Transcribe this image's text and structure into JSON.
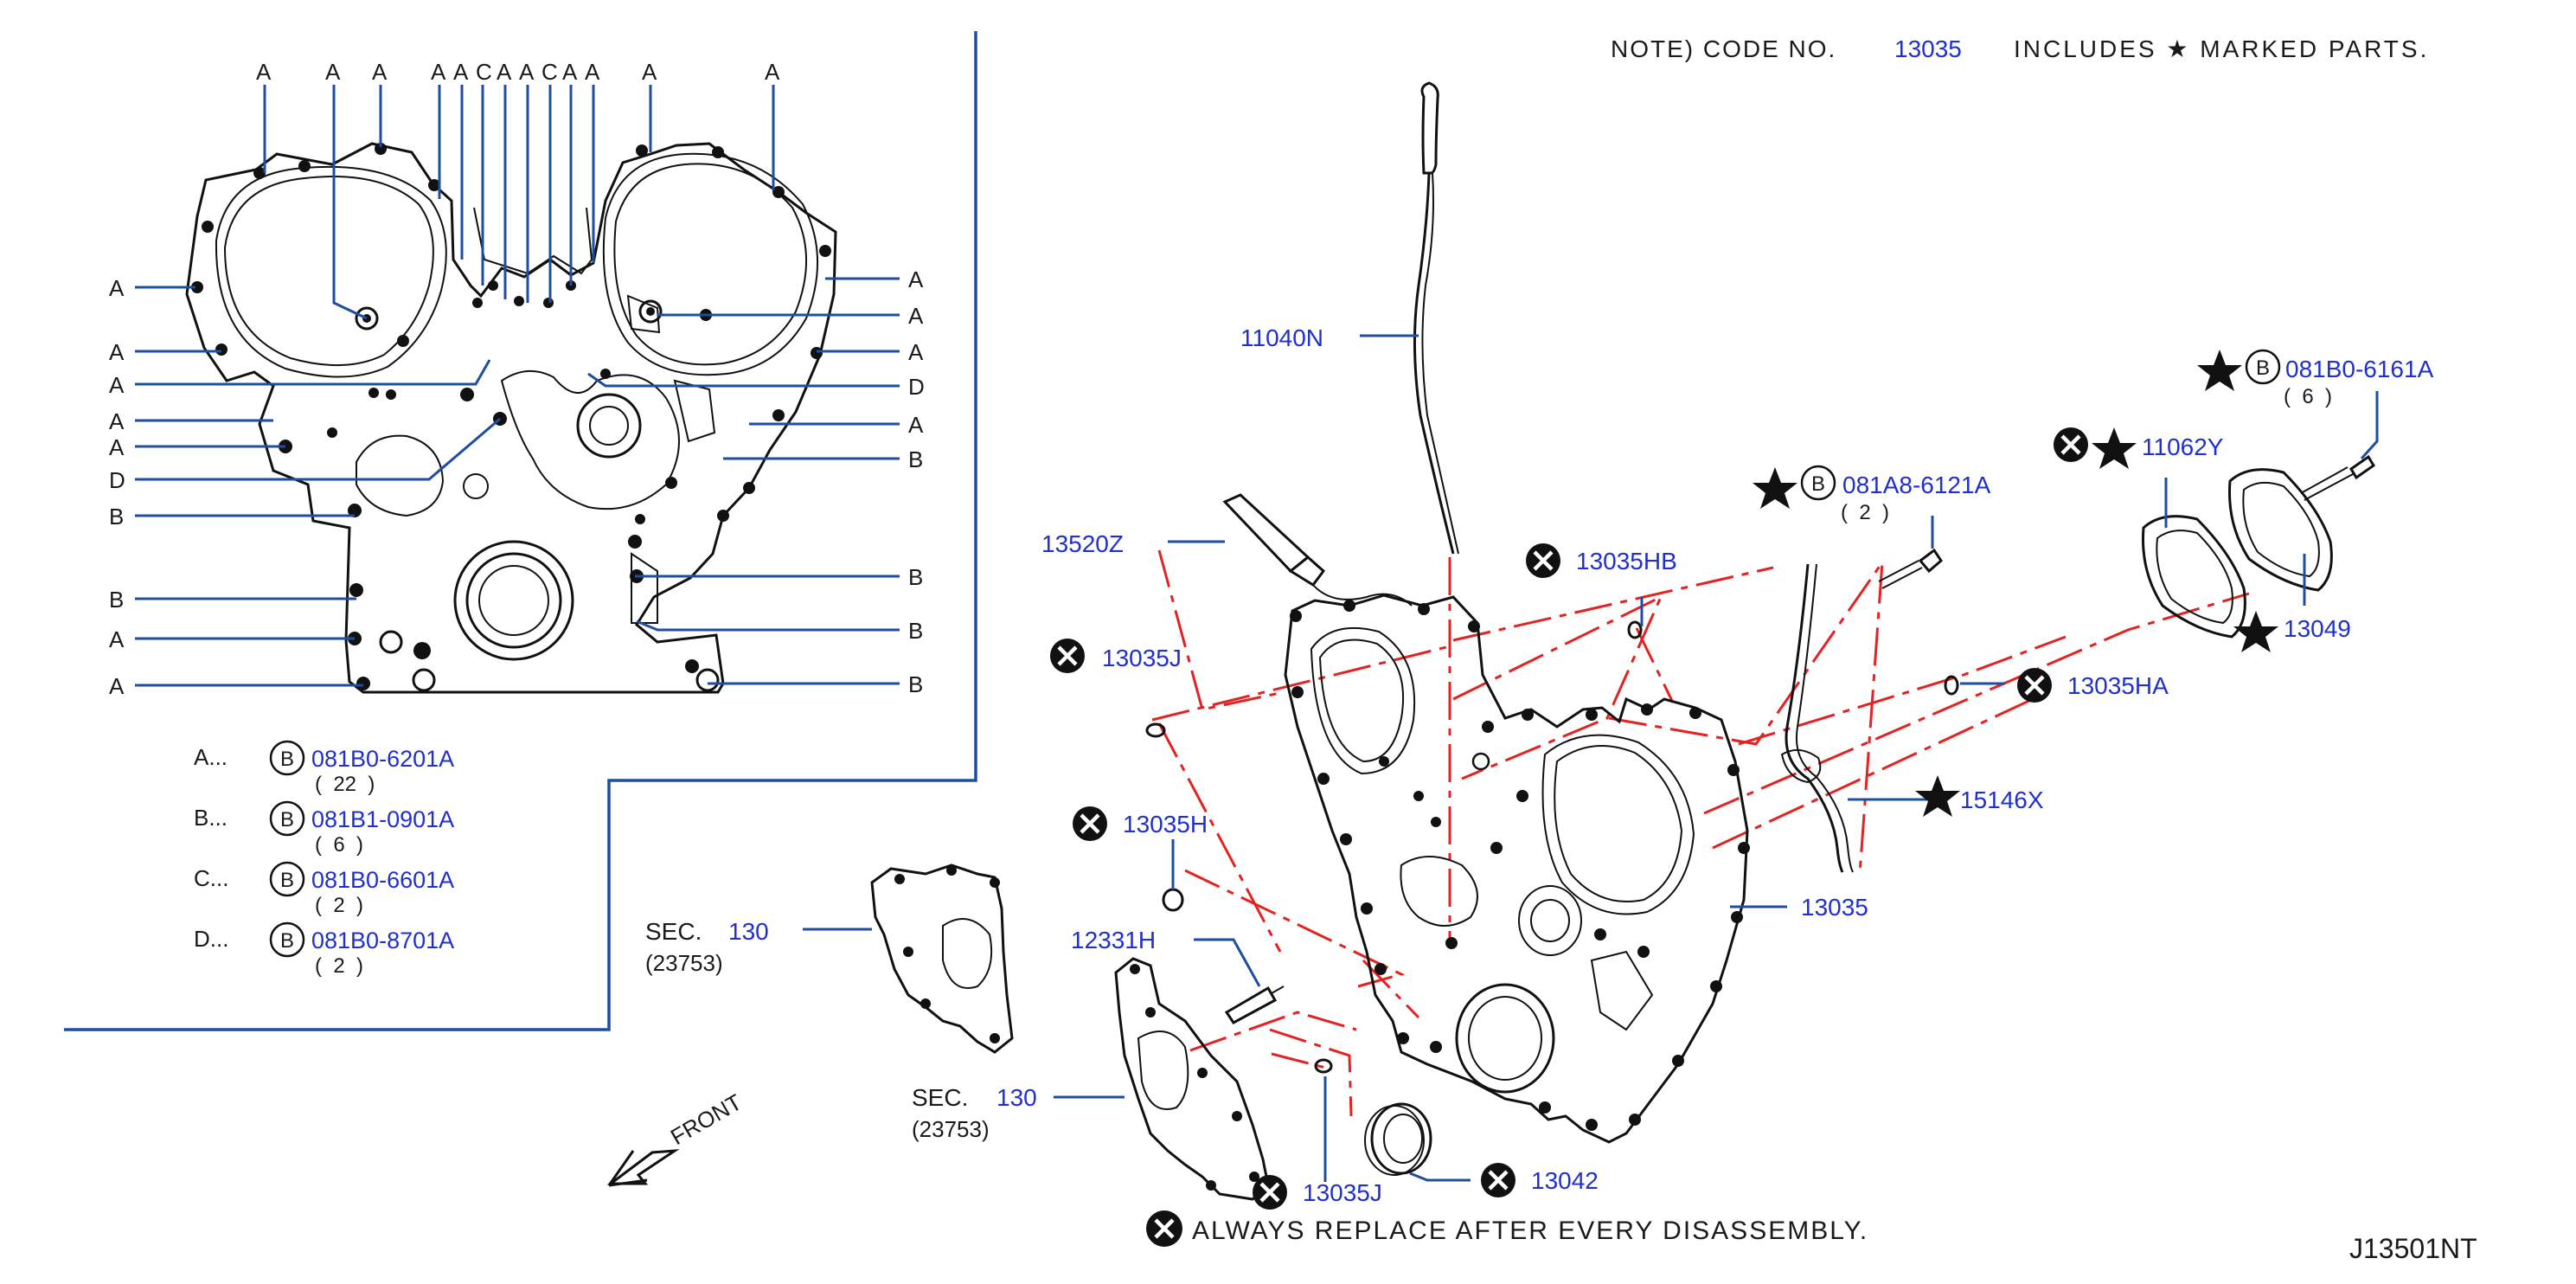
{
  "note": {
    "prefix": "NOTE)  CODE  NO.",
    "code": "13035",
    "suffix": "INCLUDES  ★  MARKED  PARTS."
  },
  "inset_letters": {
    "top": [
      "A",
      "A",
      "A",
      "A",
      "A",
      "C",
      "A",
      "A",
      "C",
      "A",
      "A",
      "A",
      "A"
    ],
    "left": [
      "A",
      "A",
      "A",
      "A",
      "A",
      "D",
      "B",
      "B",
      "A",
      "A"
    ],
    "right": [
      "A",
      "A",
      "A",
      "D",
      "A",
      "B",
      "B",
      "B",
      "B"
    ]
  },
  "legend": [
    {
      "key": "A...",
      "circle": "B",
      "part": "081B0-6201A",
      "qty": "(  22  )"
    },
    {
      "key": "B...",
      "circle": "B",
      "part": "081B1-0901A",
      "qty": "(  6  )"
    },
    {
      "key": "C...",
      "circle": "B",
      "part": "081B0-6601A",
      "qty": "(  2  )"
    },
    {
      "key": "D...",
      "circle": "B",
      "part": "081B0-8701A",
      "qty": "(  2  )"
    }
  ],
  "callouts": {
    "p11040N": "11040N",
    "p13520Z": "13520Z",
    "p13035HB": "13035HB",
    "p13035J_top": "13035J",
    "p13035H": "13035H",
    "p12331H": "12331H",
    "p13035J_bot": "13035J",
    "p13042": "13042",
    "p13035": "13035",
    "p15146X": "15146X",
    "p13035HA": "13035HA",
    "p13049": "13049",
    "p11062Y": "11062Y",
    "bolt1_circle": "B",
    "bolt1_part": "081A8-6121A",
    "bolt1_qty": "(  2  )",
    "bolt2_circle": "B",
    "bolt2_part": "081B0-6161A",
    "bolt2_qty": "(  6  )",
    "sec1_label": "SEC.",
    "sec1_num": "130",
    "sec1_code": "(23753)",
    "sec2_label": "SEC.",
    "sec2_num": "130",
    "sec2_code": "(23753)",
    "front": "FRONT"
  },
  "footer": {
    "always_replace": "ALWAYS  REPLACE  AFTER  EVERY  DISASSEMBLY.",
    "diagram_id": "J13501NT"
  },
  "icons": {
    "replace": "x-circle-icon",
    "kit": "star-icon",
    "bolt": "circled-letter-icon"
  },
  "colors": {
    "part_number": "#1f2fd0",
    "leader": "#1f4da0",
    "assembly_line": "#e52222",
    "text": "#1a1a1a"
  }
}
